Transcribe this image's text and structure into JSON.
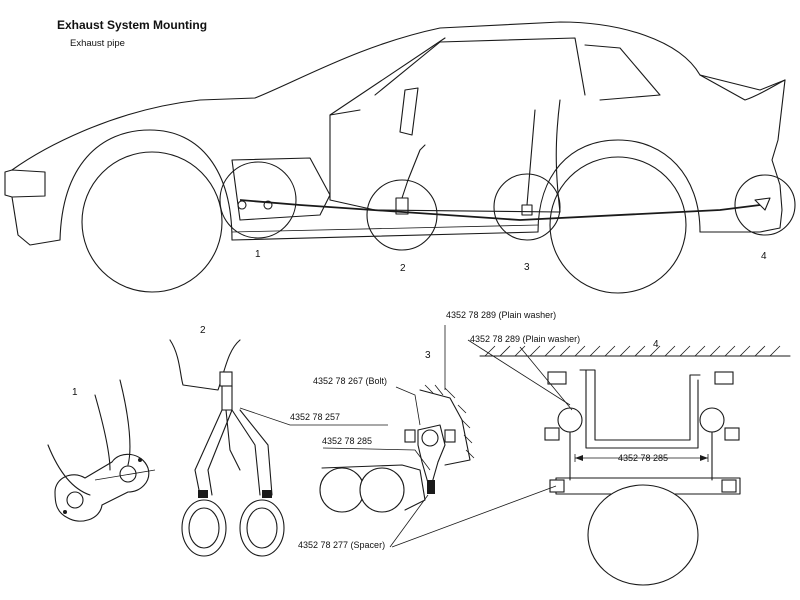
{
  "header": {
    "title": "Exhaust System Mounting",
    "subtitle": "Exhaust pipe"
  },
  "car_view": {
    "points": [
      "1",
      "2",
      "3",
      "4"
    ]
  },
  "details": {
    "detail_1": {
      "number": "1"
    },
    "detail_2": {
      "number": "2",
      "callout": "4352 78 257"
    },
    "detail_3": {
      "number": "3",
      "callouts": {
        "washer": "4352 78 289 (Plain washer)",
        "bolt": "4352 78 267 (Bolt)",
        "part": "4352 78 285",
        "spacer": "4352 78 277 (Spacer)"
      }
    },
    "detail_4": {
      "number": "4",
      "callouts": {
        "washer": "4352 78 289 (Plain washer)",
        "bracket": "4352 78 285"
      }
    }
  }
}
